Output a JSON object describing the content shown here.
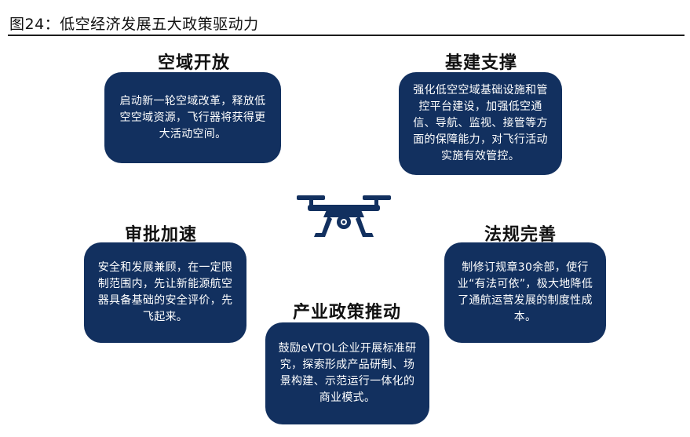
{
  "figure": {
    "title": "图24：低空经济发展五大政策驱动力"
  },
  "blocks": {
    "airspace": {
      "title": "空域开放",
      "text": "启动新一轮空域改革，释放低空空域资源，飞行器将获得更大活动空间。"
    },
    "infrastructure": {
      "title": "基建支撑",
      "text": "强化低空空域基础设施和管控平台建设，加强低空通信、导航、监视、接管等方面的保障能力，对飞行活动实施有效管控。"
    },
    "approval": {
      "title": "审批加速",
      "text": "安全和发展兼顾，在一定限制范围内，先让新能源航空器具备基础的安全评价，先飞起来。"
    },
    "regulation": {
      "title": "法规完善",
      "text": "制修订规章30余部，使行业“有法可依”，极大地降低了通航运营发展的制度性成本。"
    },
    "industry": {
      "title": "产业政策推动",
      "text": "鼓励eVTOL企业开展标准研究，探索形成产品研制、场景构建、示范运行一体化的商业模式。"
    }
  },
  "icons": {
    "center": "drone-icon"
  },
  "colors": {
    "box_fill": "#12305f",
    "box_text": "#ffffff",
    "title_text": "#111111",
    "icon": "#12305f"
  }
}
